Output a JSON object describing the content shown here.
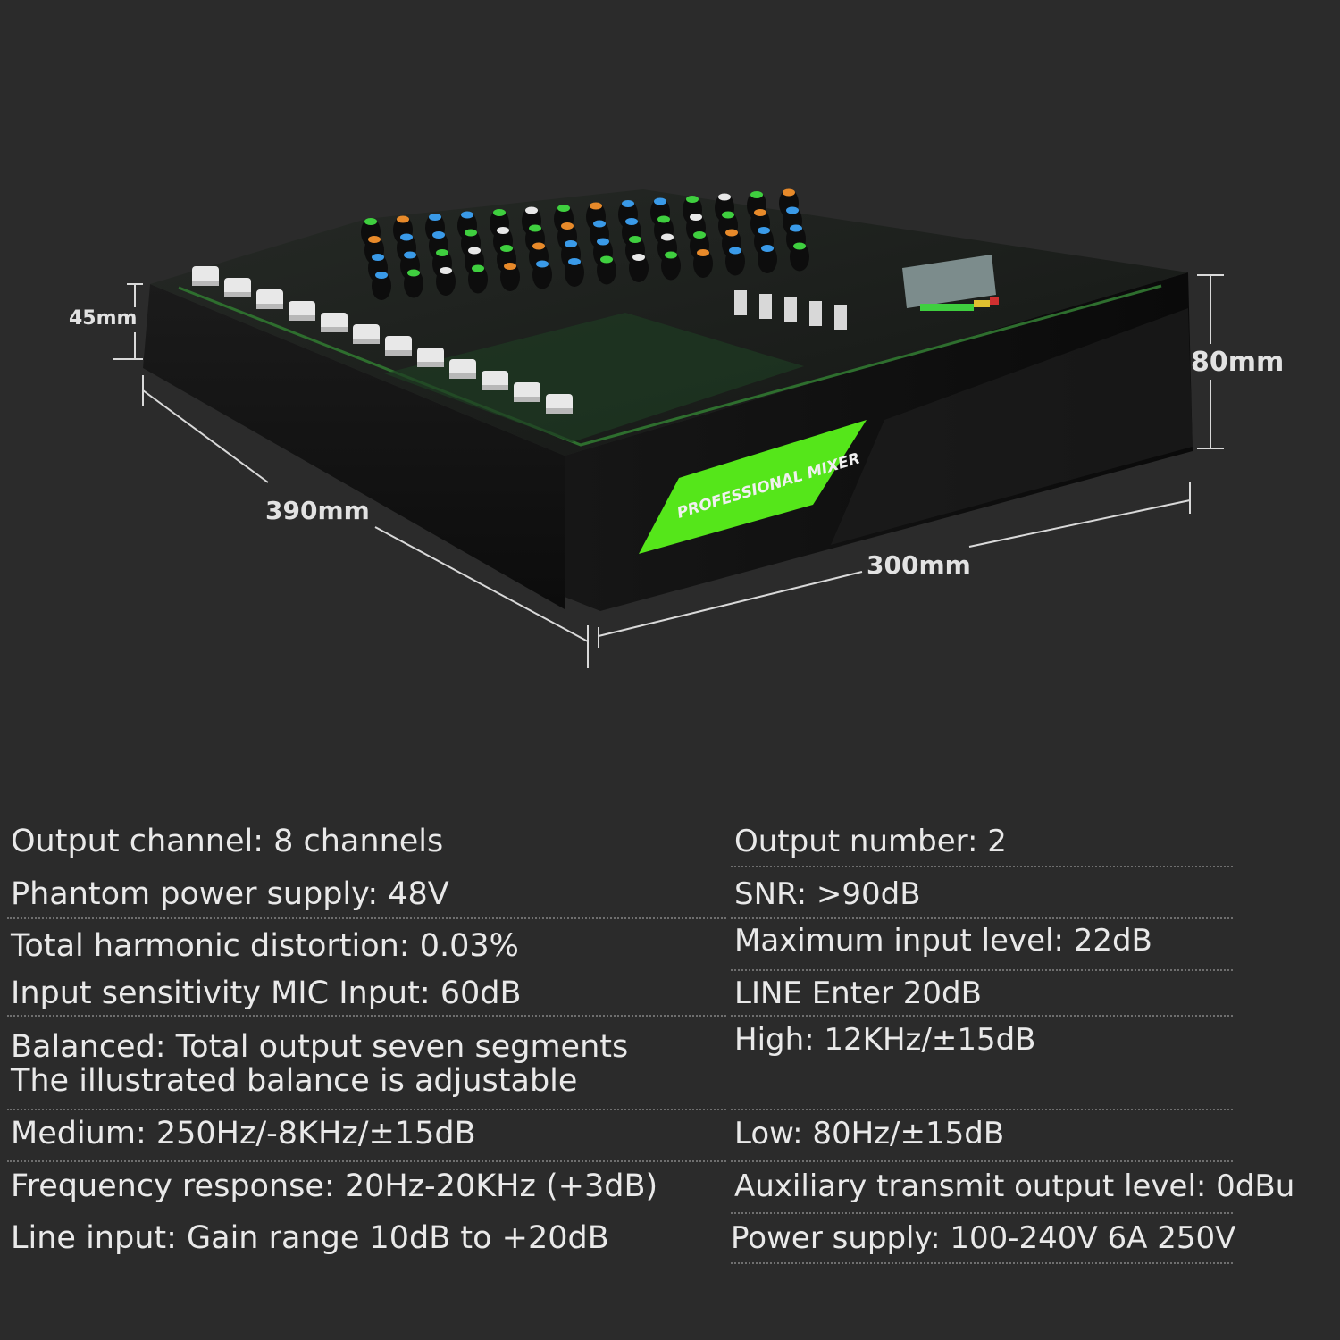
{
  "dimensions": {
    "height_front": "45mm",
    "height_back": "80mm",
    "depth": "390mm",
    "width": "300mm"
  },
  "product": {
    "badge_text": "PROFESSIONAL MIXER",
    "colors": {
      "body": "#151515",
      "panel": "#1c1f1c",
      "accent_green": "#55e61a",
      "fader_cap": "#e8e8e8",
      "background": "#2b2b2b"
    }
  },
  "specs": [
    {
      "left": "Output channel: 8 channels",
      "right": "Output number: 2"
    },
    {
      "left": "Phantom power supply: 48V",
      "right": "SNR: >90dB"
    },
    {
      "left": "Total harmonic distortion: 0.03%",
      "right": "Maximum input level: 22dB"
    },
    {
      "left": "Input sensitivity MIC Input: 60dB",
      "right": "LINE Enter 20dB"
    },
    {
      "left": "Balanced: Total output seven segments\nThe illustrated balance is adjustable",
      "right": "High: 12KHz/±15dB"
    },
    {
      "left": "Medium: 250Hz/-8KHz/±15dB",
      "right": "Low: 80Hz/±15dB"
    },
    {
      "left": "Frequency response: 20Hz-20KHz (+3dB)",
      "right": "Auxiliary transmit output level: 0dBu"
    },
    {
      "left": "Line input: Gain range 10dB to +20dB",
      "right": "Power supply: 100-240V 6A 250V"
    }
  ]
}
